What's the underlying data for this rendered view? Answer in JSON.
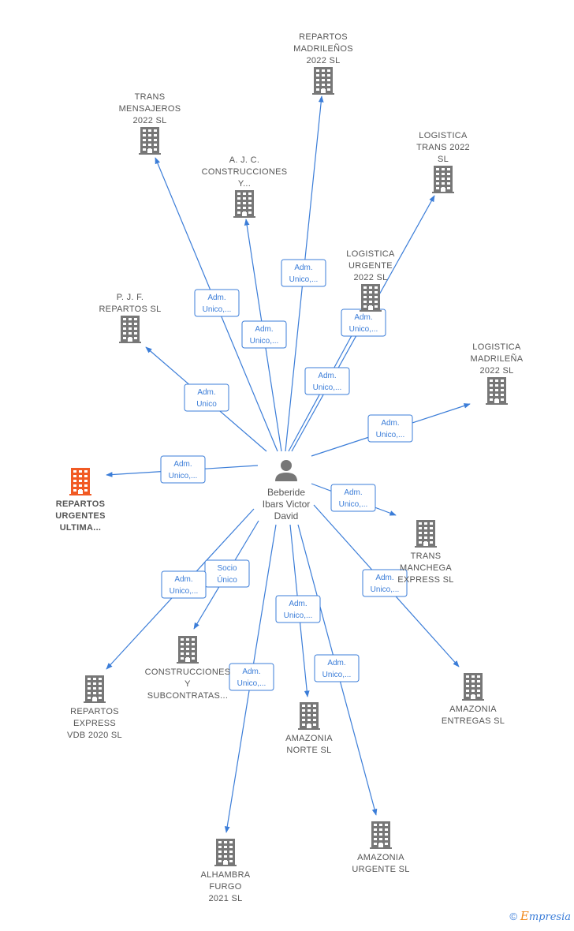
{
  "center": {
    "name_lines": [
      "Beberide",
      "Ibars Victor",
      "David"
    ],
    "icon": "person-icon"
  },
  "colors": {
    "edge": "#3b7dd8",
    "company_icon": "#777777",
    "highlight_icon": "#f15a24"
  },
  "nodes": [
    {
      "id": "repartos-madrilenos",
      "lines": [
        "REPARTOS",
        "MADRILEÑOS",
        "2022  SL"
      ],
      "highlight": false,
      "icon": "building-icon"
    },
    {
      "id": "trans-mensajeros",
      "lines": [
        "TRANS",
        "MENSAJEROS",
        "2022  SL"
      ],
      "highlight": false,
      "icon": "building-icon"
    },
    {
      "id": "ajc-construcciones",
      "lines": [
        "A.  J. C.",
        "CONSTRUCCIONES",
        "Y..."
      ],
      "highlight": false,
      "icon": "building-icon"
    },
    {
      "id": "logistica-trans",
      "lines": [
        "LOGISTICA",
        "TRANS 2022",
        "SL"
      ],
      "highlight": false,
      "icon": "building-icon"
    },
    {
      "id": "logistica-urgente",
      "lines": [
        "LOGISTICA",
        "URGENTE",
        "2022  SL"
      ],
      "highlight": false,
      "icon": "building-icon"
    },
    {
      "id": "pjf-repartos",
      "lines": [
        "P.  J.  F.",
        "REPARTOS  SL"
      ],
      "highlight": false,
      "icon": "building-icon"
    },
    {
      "id": "logistica-madrilena",
      "lines": [
        "LOGISTICA",
        "MADRILEÑA",
        "2022  SL"
      ],
      "highlight": false,
      "icon": "building-icon"
    },
    {
      "id": "repartos-urgentes",
      "lines": [
        "REPARTOS",
        "URGENTES",
        "ULTIMA..."
      ],
      "highlight": true,
      "icon": "building-icon"
    },
    {
      "id": "trans-manchega",
      "lines": [
        "TRANS",
        "MANCHEGA",
        "EXPRESS  SL"
      ],
      "highlight": false,
      "icon": "building-icon"
    },
    {
      "id": "construcciones-subcontratas",
      "lines": [
        "CONSTRUCCIONES",
        "Y",
        "SUBCONTRATAS..."
      ],
      "highlight": false,
      "icon": "building-icon"
    },
    {
      "id": "repartos-express",
      "lines": [
        "REPARTOS",
        "EXPRESS",
        "VDB 2020  SL"
      ],
      "highlight": false,
      "icon": "building-icon"
    },
    {
      "id": "amazonia-entregas",
      "lines": [
        "AMAZONIA",
        "ENTREGAS  SL"
      ],
      "highlight": false,
      "icon": "building-icon"
    },
    {
      "id": "amazonia-norte",
      "lines": [
        "AMAZONIA",
        "NORTE  SL"
      ],
      "highlight": false,
      "icon": "building-icon"
    },
    {
      "id": "amazonia-urgente",
      "lines": [
        "AMAZONIA",
        "URGENTE  SL"
      ],
      "highlight": false,
      "icon": "building-icon"
    },
    {
      "id": "alhambra-furgo",
      "lines": [
        "ALHAMBRA",
        "FURGO",
        "2021  SL"
      ],
      "highlight": false,
      "icon": "building-icon"
    }
  ],
  "edges": [
    {
      "to": "repartos-madrilenos",
      "label": [
        "Adm.",
        "Unico,..."
      ]
    },
    {
      "to": "trans-mensajeros",
      "label": [
        "Adm.",
        "Unico,..."
      ]
    },
    {
      "to": "ajc-construcciones",
      "label": [
        "Adm.",
        "Unico,..."
      ]
    },
    {
      "to": "logistica-trans",
      "label": [
        "Adm.",
        "Unico,..."
      ]
    },
    {
      "to": "logistica-urgente",
      "label": [
        "Adm.",
        "Unico,..."
      ]
    },
    {
      "to": "pjf-repartos",
      "label": [
        "Adm.",
        "Unico"
      ]
    },
    {
      "to": "logistica-madrilena",
      "label": [
        "Adm.",
        "Unico,..."
      ]
    },
    {
      "to": "repartos-urgentes",
      "label": [
        "Adm.",
        "Unico,..."
      ]
    },
    {
      "to": "trans-manchega",
      "label": [
        "Adm.",
        "Unico,..."
      ]
    },
    {
      "to": "construcciones-subcontratas",
      "label": [
        "Socio",
        "Único"
      ]
    },
    {
      "to": "repartos-express",
      "label": [
        "Adm.",
        "Unico,..."
      ]
    },
    {
      "to": "amazonia-entregas",
      "label": [
        "Adm.",
        "Unico,..."
      ]
    },
    {
      "to": "amazonia-norte",
      "label": [
        "Adm.",
        "Unico,..."
      ]
    },
    {
      "to": "amazonia-urgente",
      "label": [
        "Adm.",
        "Unico,..."
      ]
    },
    {
      "to": "alhambra-furgo",
      "label": [
        "Adm.",
        "Unico,..."
      ]
    }
  ],
  "footer": {
    "copyright": "©",
    "brand_first": "E",
    "brand_rest": "mpresia"
  }
}
